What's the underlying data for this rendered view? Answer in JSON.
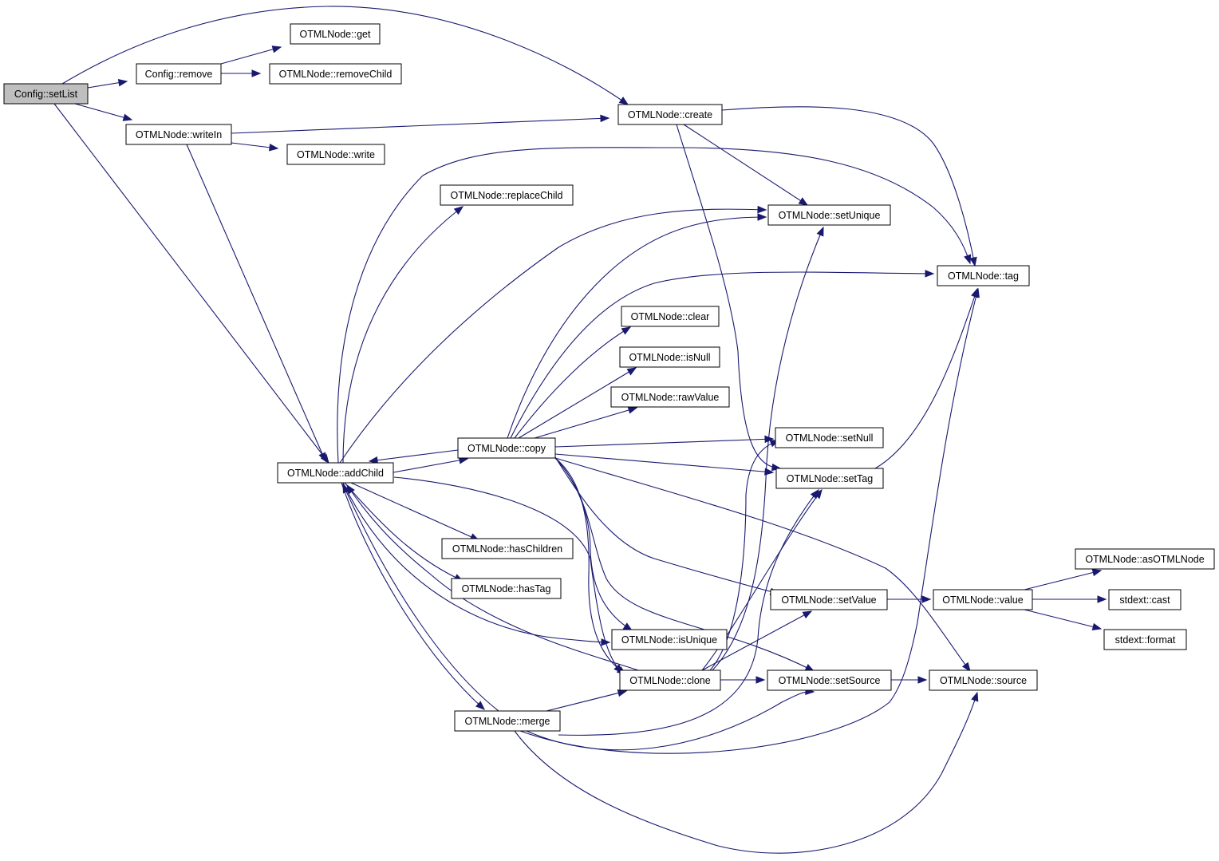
{
  "graph": {
    "root": "n_setList",
    "colors": {
      "edge": "#191970",
      "root_fill": "#bfbfbf",
      "node_fill": "#ffffff",
      "node_border": "#000000"
    },
    "nodes": [
      {
        "id": "n_setList",
        "label": "Config::setList"
      },
      {
        "id": "n_remove",
        "label": "Config::remove"
      },
      {
        "id": "n_get",
        "label": "OTMLNode::get"
      },
      {
        "id": "n_removeChild",
        "label": "OTMLNode::removeChild"
      },
      {
        "id": "n_create",
        "label": "OTMLNode::create"
      },
      {
        "id": "n_writeIn",
        "label": "OTMLNode::writeIn"
      },
      {
        "id": "n_write",
        "label": "OTMLNode::write"
      },
      {
        "id": "n_replaceChild",
        "label": "OTMLNode::replaceChild"
      },
      {
        "id": "n_setUnique",
        "label": "OTMLNode::setUnique"
      },
      {
        "id": "n_tag",
        "label": "OTMLNode::tag"
      },
      {
        "id": "n_clear",
        "label": "OTMLNode::clear"
      },
      {
        "id": "n_isNull",
        "label": "OTMLNode::isNull"
      },
      {
        "id": "n_rawValue",
        "label": "OTMLNode::rawValue"
      },
      {
        "id": "n_copy",
        "label": "OTMLNode::copy"
      },
      {
        "id": "n_setNull",
        "label": "OTMLNode::setNull"
      },
      {
        "id": "n_addChild",
        "label": "OTMLNode::addChild"
      },
      {
        "id": "n_setTag",
        "label": "OTMLNode::setTag"
      },
      {
        "id": "n_hasChildren",
        "label": "OTMLNode::hasChildren"
      },
      {
        "id": "n_asOTMLNode",
        "label": "OTMLNode::asOTMLNode"
      },
      {
        "id": "n_hasTag",
        "label": "OTMLNode::hasTag"
      },
      {
        "id": "n_setValue",
        "label": "OTMLNode::setValue"
      },
      {
        "id": "n_value",
        "label": "OTMLNode::value"
      },
      {
        "id": "n_cast",
        "label": "stdext::cast"
      },
      {
        "id": "n_isUnique",
        "label": "OTMLNode::isUnique"
      },
      {
        "id": "n_format",
        "label": "stdext::format"
      },
      {
        "id": "n_clone",
        "label": "OTMLNode::clone"
      },
      {
        "id": "n_setSource",
        "label": "OTMLNode::setSource"
      },
      {
        "id": "n_source",
        "label": "OTMLNode::source"
      },
      {
        "id": "n_merge",
        "label": "OTMLNode::merge"
      }
    ],
    "edges": [
      {
        "from": "n_setList",
        "to": "n_remove"
      },
      {
        "from": "n_setList",
        "to": "n_create"
      },
      {
        "from": "n_setList",
        "to": "n_writeIn"
      },
      {
        "from": "n_setList",
        "to": "n_addChild"
      },
      {
        "from": "n_remove",
        "to": "n_get"
      },
      {
        "from": "n_remove",
        "to": "n_removeChild"
      },
      {
        "from": "n_writeIn",
        "to": "n_create"
      },
      {
        "from": "n_writeIn",
        "to": "n_write"
      },
      {
        "from": "n_writeIn",
        "to": "n_addChild"
      },
      {
        "from": "n_create",
        "to": "n_setUnique"
      },
      {
        "from": "n_create",
        "to": "n_tag"
      },
      {
        "from": "n_create",
        "to": "n_setTag"
      },
      {
        "from": "n_addChild",
        "to": "n_replaceChild"
      },
      {
        "from": "n_addChild",
        "to": "n_setUnique"
      },
      {
        "from": "n_addChild",
        "to": "n_tag"
      },
      {
        "from": "n_addChild",
        "to": "n_copy"
      },
      {
        "from": "n_addChild",
        "to": "n_hasChildren"
      },
      {
        "from": "n_addChild",
        "to": "n_hasTag"
      },
      {
        "from": "n_addChild",
        "to": "n_isUnique"
      },
      {
        "from": "n_addChild",
        "to": "n_clone"
      },
      {
        "from": "n_addChild",
        "to": "n_merge"
      },
      {
        "from": "n_copy",
        "to": "n_setUnique"
      },
      {
        "from": "n_copy",
        "to": "n_tag"
      },
      {
        "from": "n_copy",
        "to": "n_clear"
      },
      {
        "from": "n_copy",
        "to": "n_isNull"
      },
      {
        "from": "n_copy",
        "to": "n_rawValue"
      },
      {
        "from": "n_copy",
        "to": "n_setNull"
      },
      {
        "from": "n_copy",
        "to": "n_setTag"
      },
      {
        "from": "n_copy",
        "to": "n_addChild"
      },
      {
        "from": "n_copy",
        "to": "n_setValue"
      },
      {
        "from": "n_copy",
        "to": "n_isUnique"
      },
      {
        "from": "n_copy",
        "to": "n_clone"
      },
      {
        "from": "n_copy",
        "to": "n_setSource"
      },
      {
        "from": "n_copy",
        "to": "n_source"
      },
      {
        "from": "n_setTag",
        "to": "n_tag"
      },
      {
        "from": "n_setValue",
        "to": "n_value"
      },
      {
        "from": "n_value",
        "to": "n_asOTMLNode"
      },
      {
        "from": "n_value",
        "to": "n_cast"
      },
      {
        "from": "n_value",
        "to": "n_format"
      },
      {
        "from": "n_clone",
        "to": "n_setUnique"
      },
      {
        "from": "n_clone",
        "to": "n_setNull"
      },
      {
        "from": "n_clone",
        "to": "n_setTag"
      },
      {
        "from": "n_clone",
        "to": "n_addChild"
      },
      {
        "from": "n_clone",
        "to": "n_setValue"
      },
      {
        "from": "n_clone",
        "to": "n_setSource"
      },
      {
        "from": "n_setSource",
        "to": "n_source"
      },
      {
        "from": "n_merge",
        "to": "n_clone"
      },
      {
        "from": "n_merge",
        "to": "n_addChild"
      },
      {
        "from": "n_merge",
        "to": "n_setTag"
      },
      {
        "from": "n_merge",
        "to": "n_tag"
      },
      {
        "from": "n_merge",
        "to": "n_setSource"
      },
      {
        "from": "n_merge",
        "to": "n_source"
      }
    ]
  }
}
